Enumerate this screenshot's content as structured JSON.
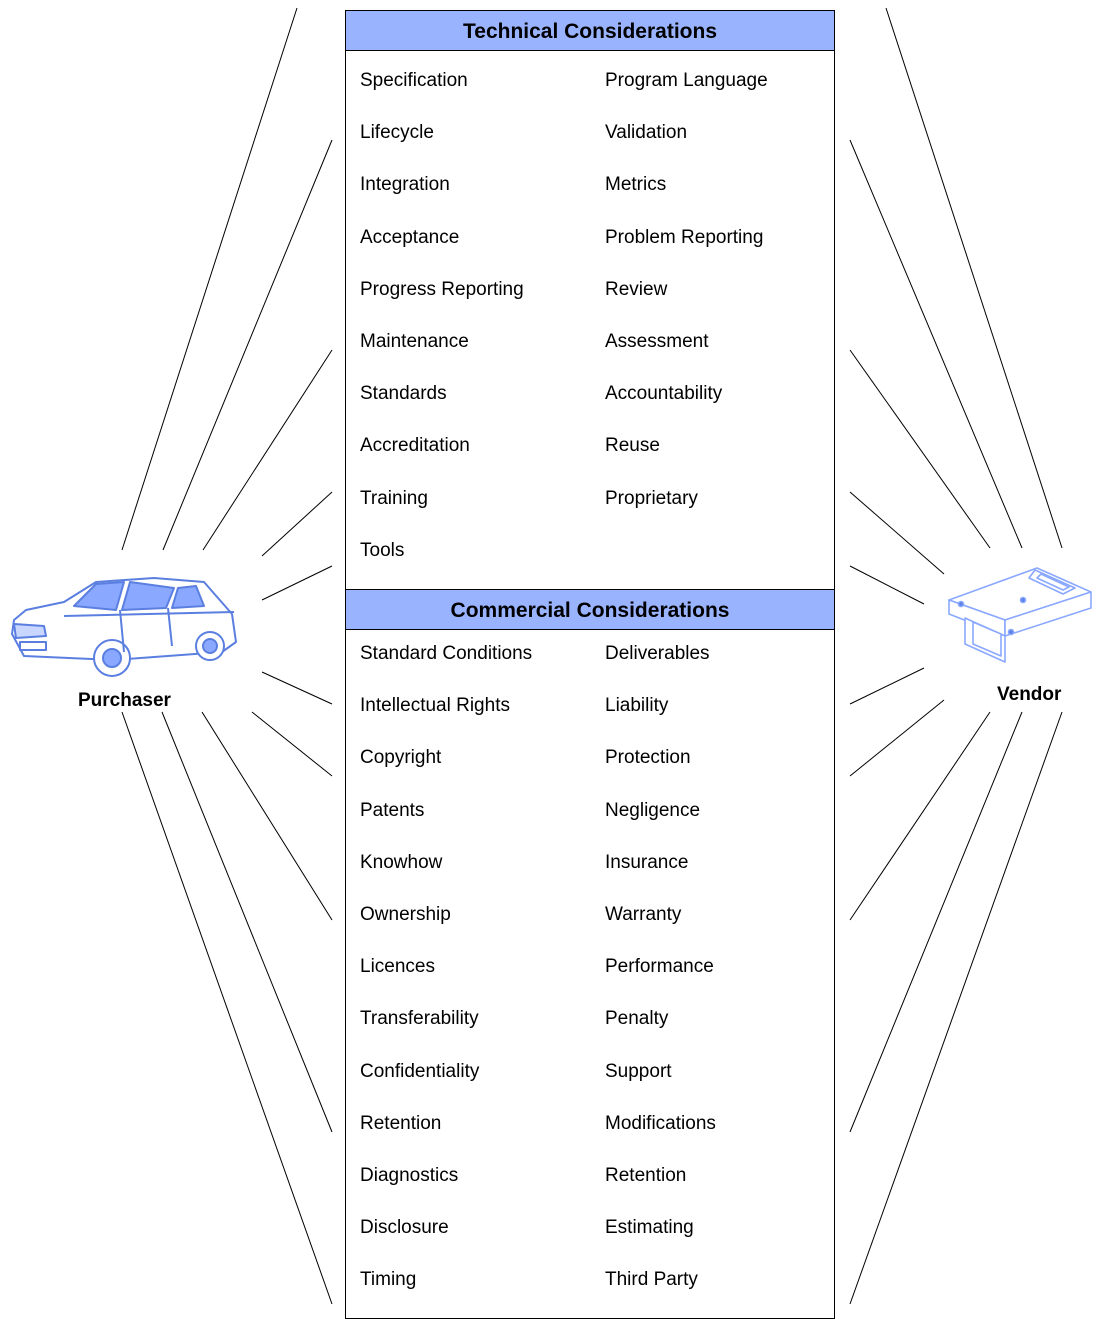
{
  "technical": {
    "title": "Technical Considerations",
    "left": [
      "Specification",
      "Lifecycle",
      "Integration",
      "Acceptance",
      "Progress Reporting",
      "Maintenance",
      "Standards",
      "Accreditation",
      "Training",
      "Tools"
    ],
    "right": [
      "Program Language",
      "Validation",
      "Metrics",
      "Problem Reporting",
      "Review",
      "Assessment",
      "Accountability",
      "Reuse",
      "Proprietary"
    ]
  },
  "commercial": {
    "title": "Commercial Considerations",
    "left": [
      "Standard Conditions",
      "Intellectual Rights",
      "Copyright",
      "Patents",
      "Knowhow",
      "Ownership",
      "Licences",
      "Transferability",
      "Confidentiality",
      "Retention",
      "Diagnostics",
      "Disclosure",
      "Timing"
    ],
    "right": [
      "Deliverables",
      "Liability",
      "Protection",
      "Negligence",
      "Insurance",
      "Warranty",
      "Performance",
      "Penalty",
      "Support",
      "Modifications",
      "Retention",
      "Estimating",
      "Third Party"
    ]
  },
  "purchaser": {
    "label": "Purchaser",
    "icon": "car-icon"
  },
  "vendor": {
    "label": "Vendor",
    "icon": "electronic-box-icon"
  },
  "colors": {
    "header": "#99b3ff",
    "icon_stroke": "#5b7fe0"
  }
}
